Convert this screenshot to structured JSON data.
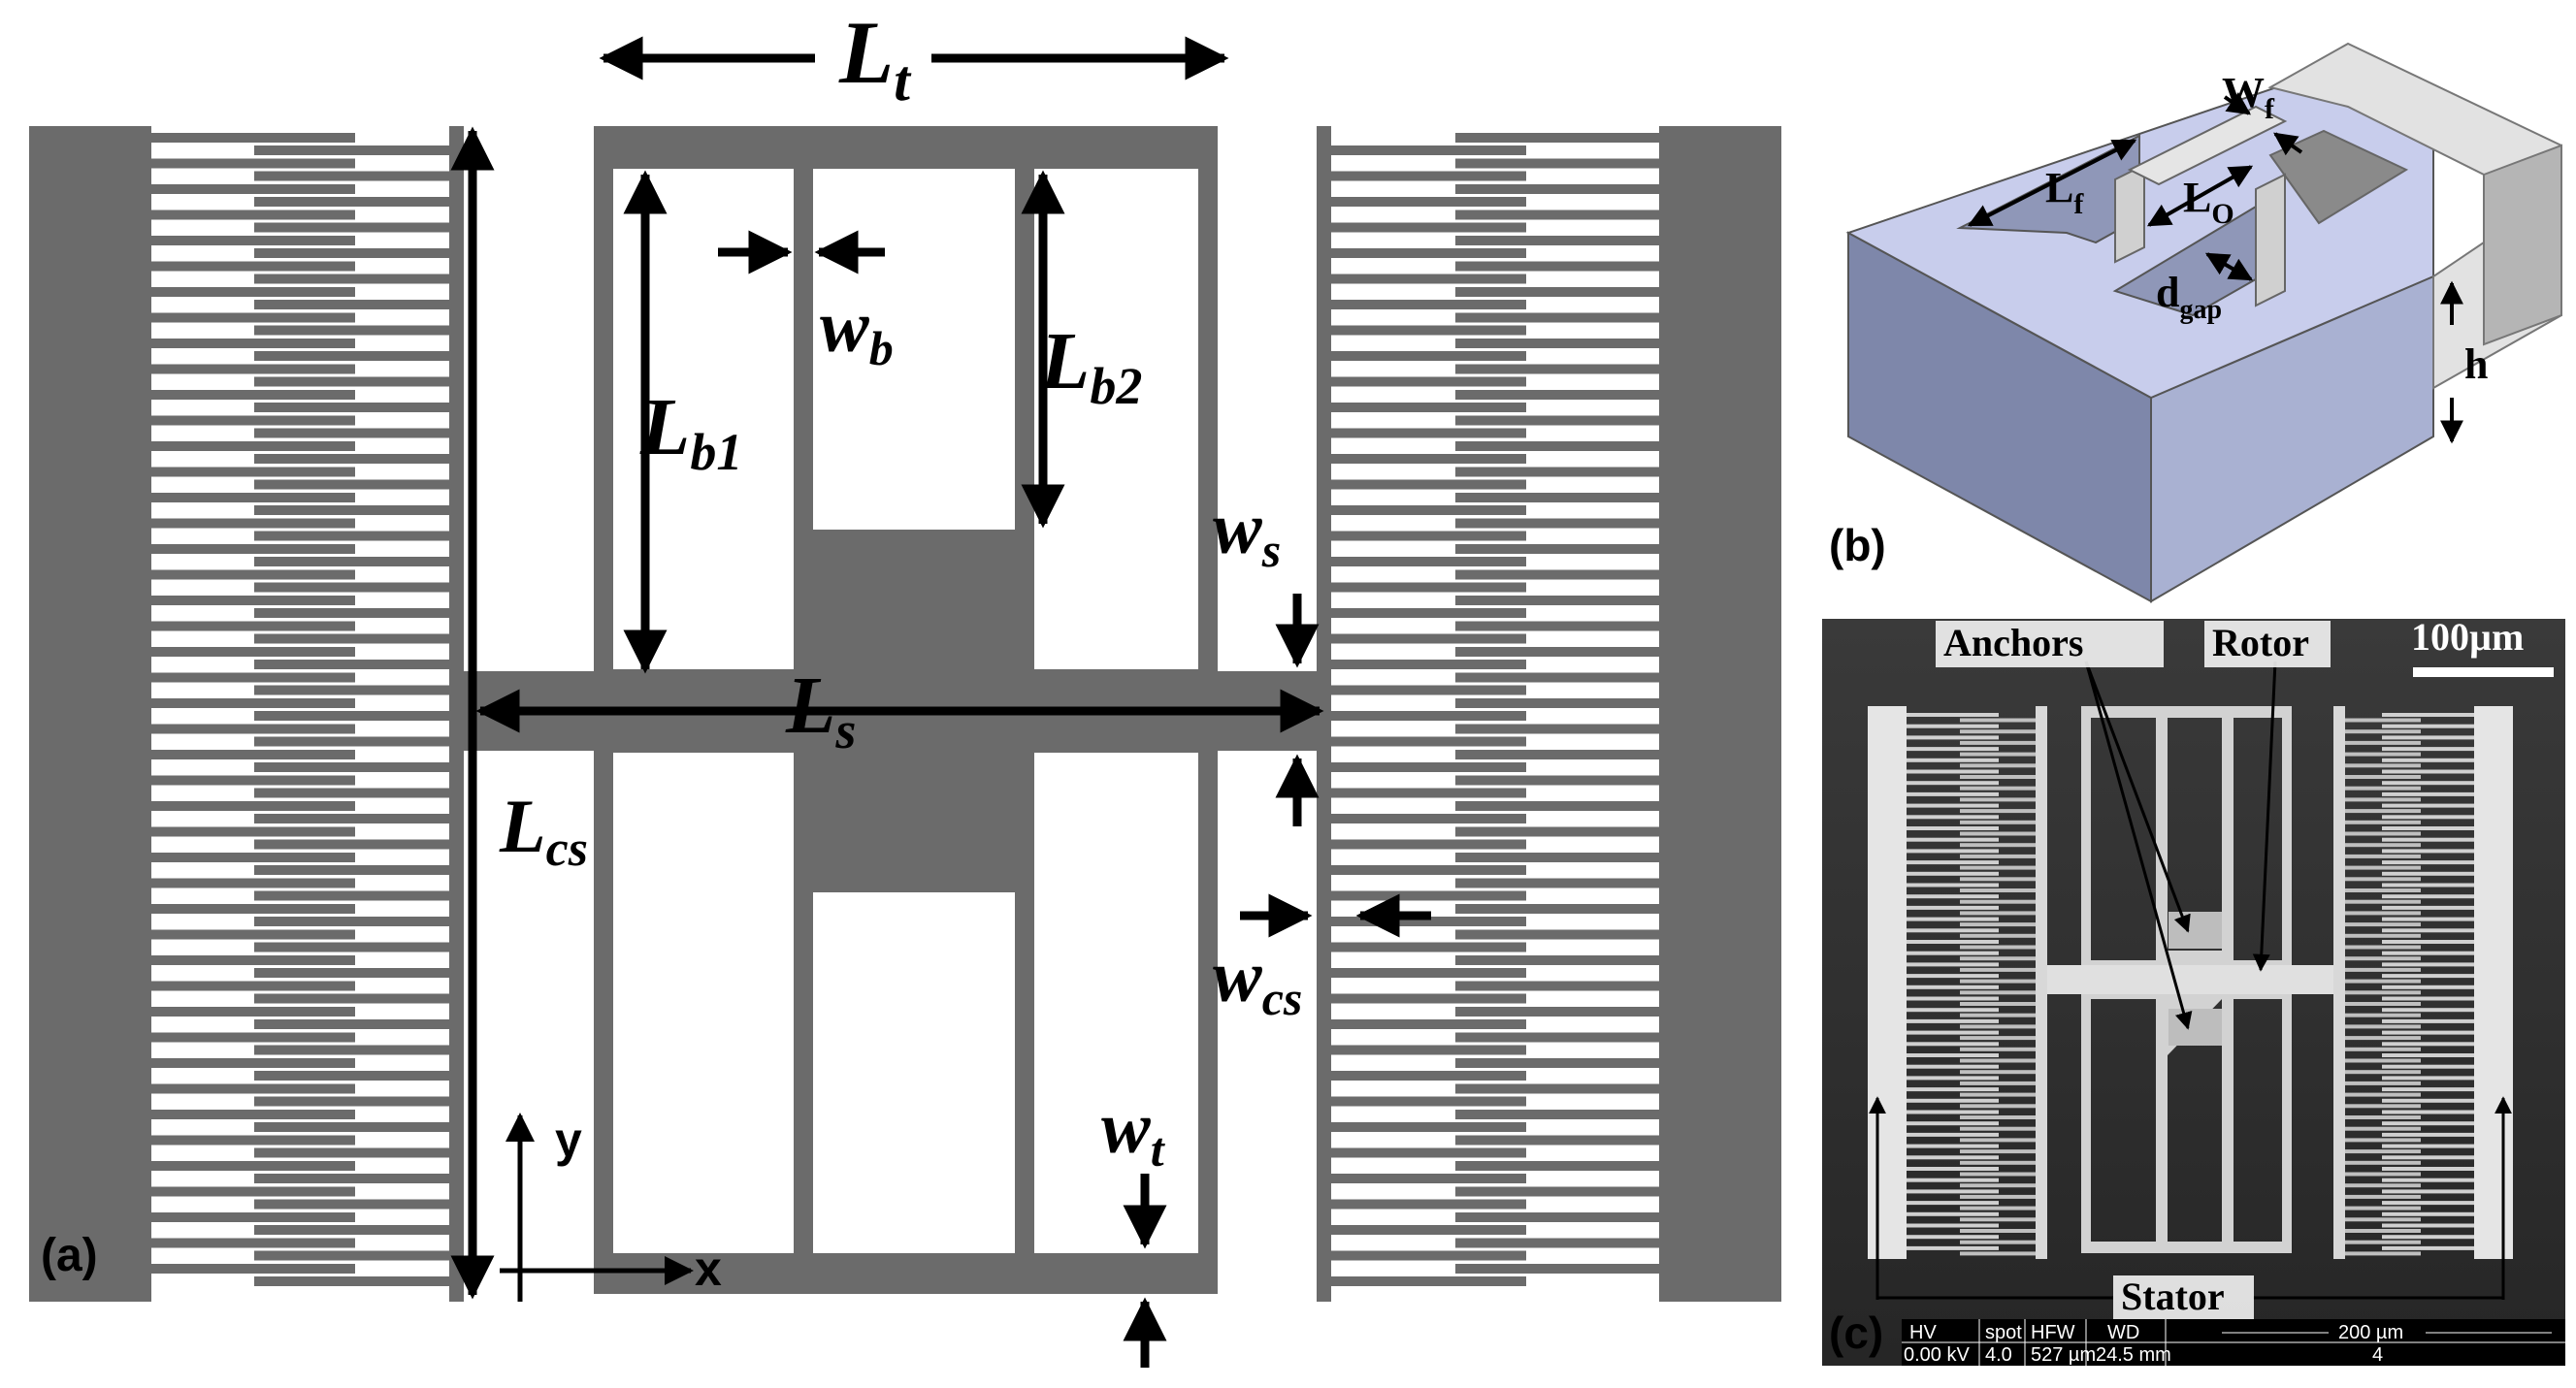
{
  "panel_a": {
    "label": "(a)",
    "dims": {
      "Lt": {
        "main": "L",
        "sub": "t"
      },
      "wb": {
        "main": "w",
        "sub": "b"
      },
      "Lb1": {
        "main": "L",
        "sub": "b1"
      },
      "Lb2": {
        "main": "L",
        "sub": "b2"
      },
      "ws": {
        "main": "w",
        "sub": "s"
      },
      "Ls": {
        "main": "L",
        "sub": "s"
      },
      "Lcs": {
        "main": "L",
        "sub": "cs"
      },
      "wcs": {
        "main": "w",
        "sub": "cs"
      },
      "wt": {
        "main": "w",
        "sub": "t"
      }
    },
    "axis_x": "x",
    "axis_y": "y"
  },
  "panel_b": {
    "label": "(b)",
    "dims": {
      "Wf": {
        "main": "W",
        "sub": "f"
      },
      "Lf": {
        "main": "L",
        "sub": "f"
      },
      "Lo": {
        "main": "L",
        "sub": "O"
      },
      "dgap": {
        "main": "d",
        "sub": "gap"
      },
      "h": {
        "main": "h",
        "sub": ""
      }
    }
  },
  "panel_c": {
    "label": "(c)",
    "scale_label": "100µm",
    "anchors_label": "Anchors",
    "rotor_label": "Rotor",
    "stator_label": "Stator",
    "info_bar": {
      "headers": [
        "HV",
        "spot",
        "HFW",
        "WD",
        "200 µm"
      ],
      "values": [
        "0.00 kV",
        "4.0",
        "527 µm",
        "24.5 mm",
        "4"
      ]
    }
  },
  "colors": {
    "structure": "#6b6b6b",
    "box_light": "#d8d8d8",
    "box_blue": "#aab3d8",
    "sem_bg": "#2f2f2f"
  }
}
